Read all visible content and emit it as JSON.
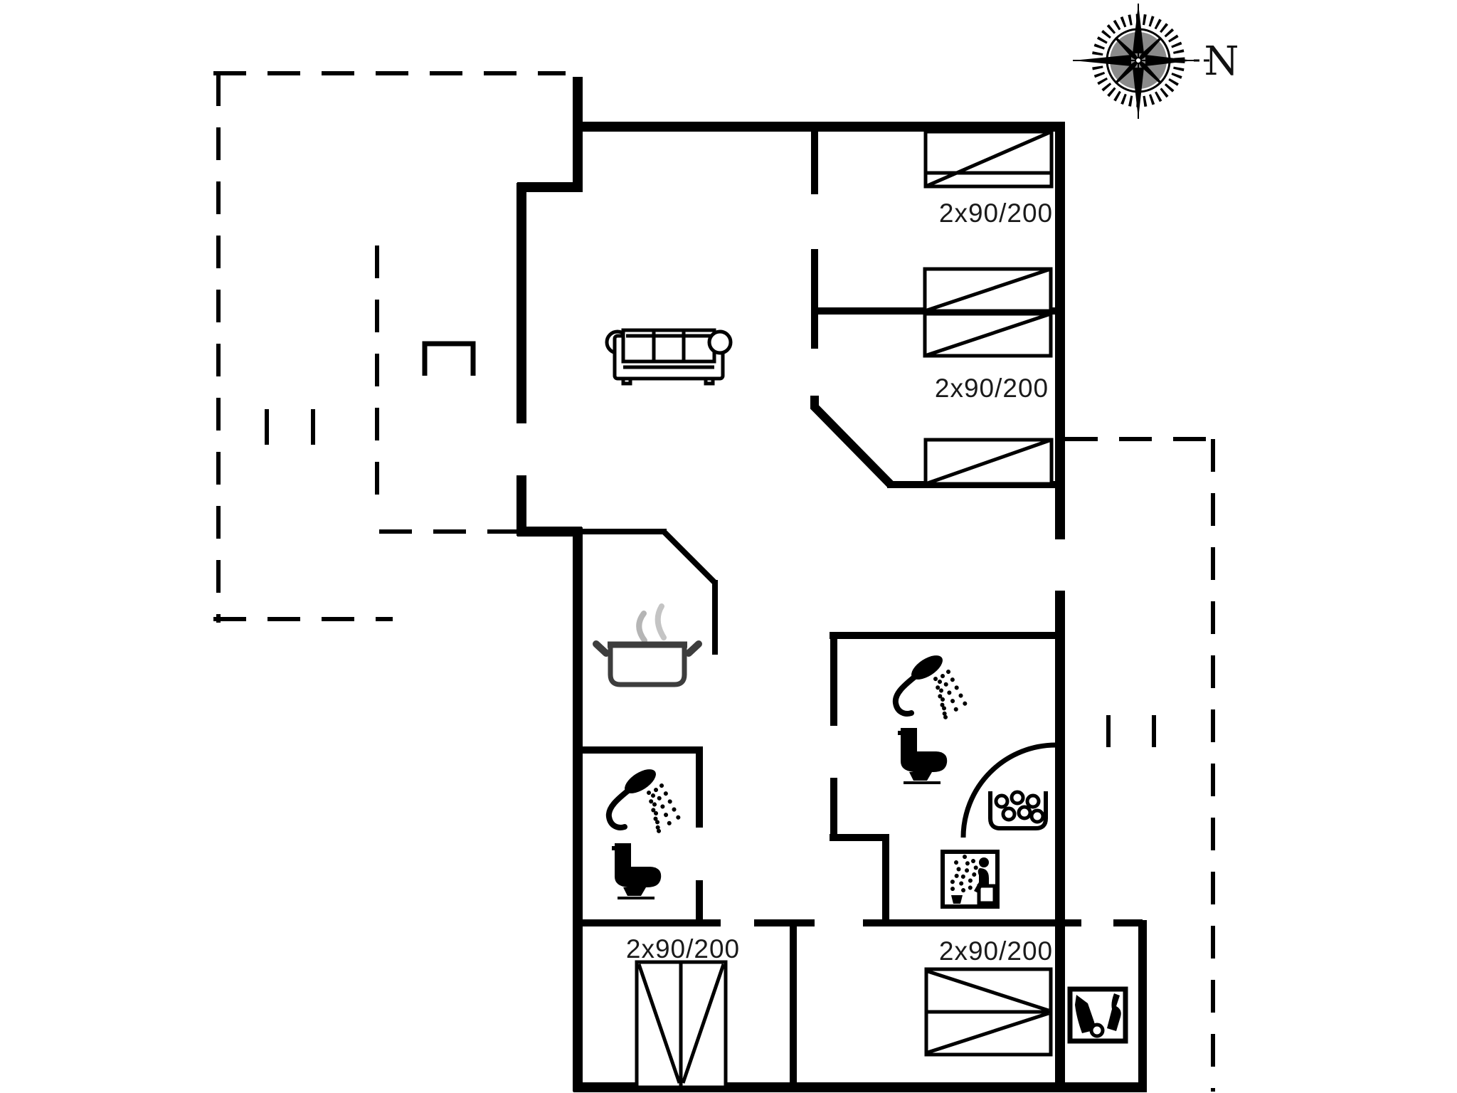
{
  "plan": {
    "type": "floor-plan",
    "colors": {
      "line": "#000000",
      "background": "#ffffff",
      "steam": "#b5b5b5",
      "pot_outline": "#3d3d3d"
    },
    "compass": {
      "north_label": "N"
    },
    "rooms": {
      "bedroom_top_right": {
        "bed_label": "2x90/200"
      },
      "bedroom_mid_right": {
        "bed_label": "2x90/200"
      },
      "bedroom_bottom_left": {
        "bed_label": "2x90/200"
      },
      "bedroom_bottom_right": {
        "bed_label": "2x90/200"
      }
    },
    "icons": [
      "compass-rose-icon",
      "sofa-icon",
      "fireplace-icon",
      "cooking-pot-icon",
      "shower-icon-left-bathroom",
      "toilet-icon-left-bathroom",
      "shower-icon-right-bathroom",
      "toilet-icon-right-bathroom",
      "whirlpool-icon",
      "sauna-icon",
      "boots-bottle-icon"
    ],
    "symbols": {
      "double_bed": "rectangle with diagonal",
      "terrace": "dashed outline",
      "door_swing": "quarter arc"
    }
  }
}
